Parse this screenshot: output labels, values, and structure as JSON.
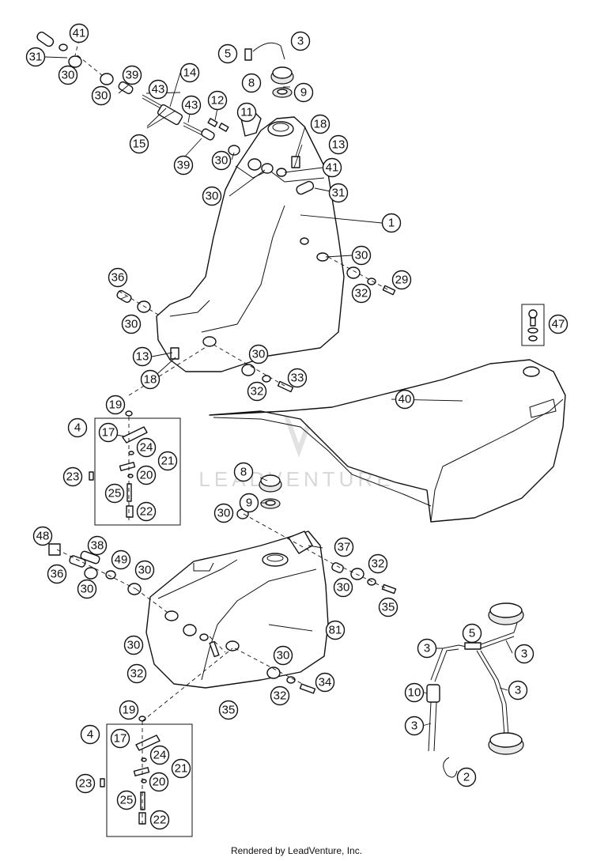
{
  "watermark": "LEADVENTURE",
  "footer": "Rendered by LeadVenture, Inc.",
  "callouts": [
    {
      "id": "c31a",
      "label": "31"
    },
    {
      "id": "c41a",
      "label": "41"
    },
    {
      "id": "c30a",
      "label": "30"
    },
    {
      "id": "c30b",
      "label": "30"
    },
    {
      "id": "c39a",
      "label": "39"
    },
    {
      "id": "c43a",
      "label": "43"
    },
    {
      "id": "c14",
      "label": "14"
    },
    {
      "id": "c43b",
      "label": "43"
    },
    {
      "id": "c15",
      "label": "15"
    },
    {
      "id": "c39b",
      "label": "39"
    },
    {
      "id": "c5a",
      "label": "5"
    },
    {
      "id": "c3a",
      "label": "3"
    },
    {
      "id": "c8a",
      "label": "8"
    },
    {
      "id": "c9a",
      "label": "9"
    },
    {
      "id": "c12",
      "label": "12"
    },
    {
      "id": "c11",
      "label": "11"
    },
    {
      "id": "c18a",
      "label": "18"
    },
    {
      "id": "c13a",
      "label": "13"
    },
    {
      "id": "c30c",
      "label": "30"
    },
    {
      "id": "c41b",
      "label": "41"
    },
    {
      "id": "c30d",
      "label": "30"
    },
    {
      "id": "c31b",
      "label": "31"
    },
    {
      "id": "c1",
      "label": "1"
    },
    {
      "id": "c30e",
      "label": "30"
    },
    {
      "id": "c29",
      "label": "29"
    },
    {
      "id": "c32a",
      "label": "32"
    },
    {
      "id": "c36a",
      "label": "36"
    },
    {
      "id": "c30f",
      "label": "30"
    },
    {
      "id": "c47",
      "label": "47"
    },
    {
      "id": "c13b",
      "label": "13"
    },
    {
      "id": "c18b",
      "label": "18"
    },
    {
      "id": "c30g",
      "label": "30"
    },
    {
      "id": "c33",
      "label": "33"
    },
    {
      "id": "c32b",
      "label": "32"
    },
    {
      "id": "c40",
      "label": "40"
    },
    {
      "id": "c19a",
      "label": "19"
    },
    {
      "id": "c4a",
      "label": "4"
    },
    {
      "id": "c17a",
      "label": "17"
    },
    {
      "id": "c24a",
      "label": "24"
    },
    {
      "id": "c21a",
      "label": "21"
    },
    {
      "id": "c23a",
      "label": "23"
    },
    {
      "id": "c20a",
      "label": "20"
    },
    {
      "id": "c25a",
      "label": "25"
    },
    {
      "id": "c22a",
      "label": "22"
    },
    {
      "id": "c8b",
      "label": "8"
    },
    {
      "id": "c9b",
      "label": "9"
    },
    {
      "id": "c30h",
      "label": "30"
    },
    {
      "id": "c48",
      "label": "48"
    },
    {
      "id": "c38",
      "label": "38"
    },
    {
      "id": "c49",
      "label": "49"
    },
    {
      "id": "c36b",
      "label": "36"
    },
    {
      "id": "c30i",
      "label": "30"
    },
    {
      "id": "c30j",
      "label": "30"
    },
    {
      "id": "c37",
      "label": "37"
    },
    {
      "id": "c32c",
      "label": "32"
    },
    {
      "id": "c30k",
      "label": "30"
    },
    {
      "id": "c35a",
      "label": "35"
    },
    {
      "id": "c81",
      "label": "81"
    },
    {
      "id": "c30l",
      "label": "30"
    },
    {
      "id": "c32d",
      "label": "32"
    },
    {
      "id": "c35b",
      "label": "35"
    },
    {
      "id": "c30m",
      "label": "30"
    },
    {
      "id": "c34",
      "label": "34"
    },
    {
      "id": "c32e",
      "label": "32"
    },
    {
      "id": "c3b",
      "label": "3"
    },
    {
      "id": "c5b",
      "label": "5"
    },
    {
      "id": "c3c",
      "label": "3"
    },
    {
      "id": "c3d",
      "label": "3"
    },
    {
      "id": "c10",
      "label": "10"
    },
    {
      "id": "c3e",
      "label": "3"
    },
    {
      "id": "c2",
      "label": "2"
    },
    {
      "id": "c19b",
      "label": "19"
    },
    {
      "id": "c4b",
      "label": "4"
    },
    {
      "id": "c17b",
      "label": "17"
    },
    {
      "id": "c24b",
      "label": "24"
    },
    {
      "id": "c21b",
      "label": "21"
    },
    {
      "id": "c23b",
      "label": "23"
    },
    {
      "id": "c20b",
      "label": "20"
    },
    {
      "id": "c25b",
      "label": "25"
    },
    {
      "id": "c22b",
      "label": "22"
    }
  ]
}
